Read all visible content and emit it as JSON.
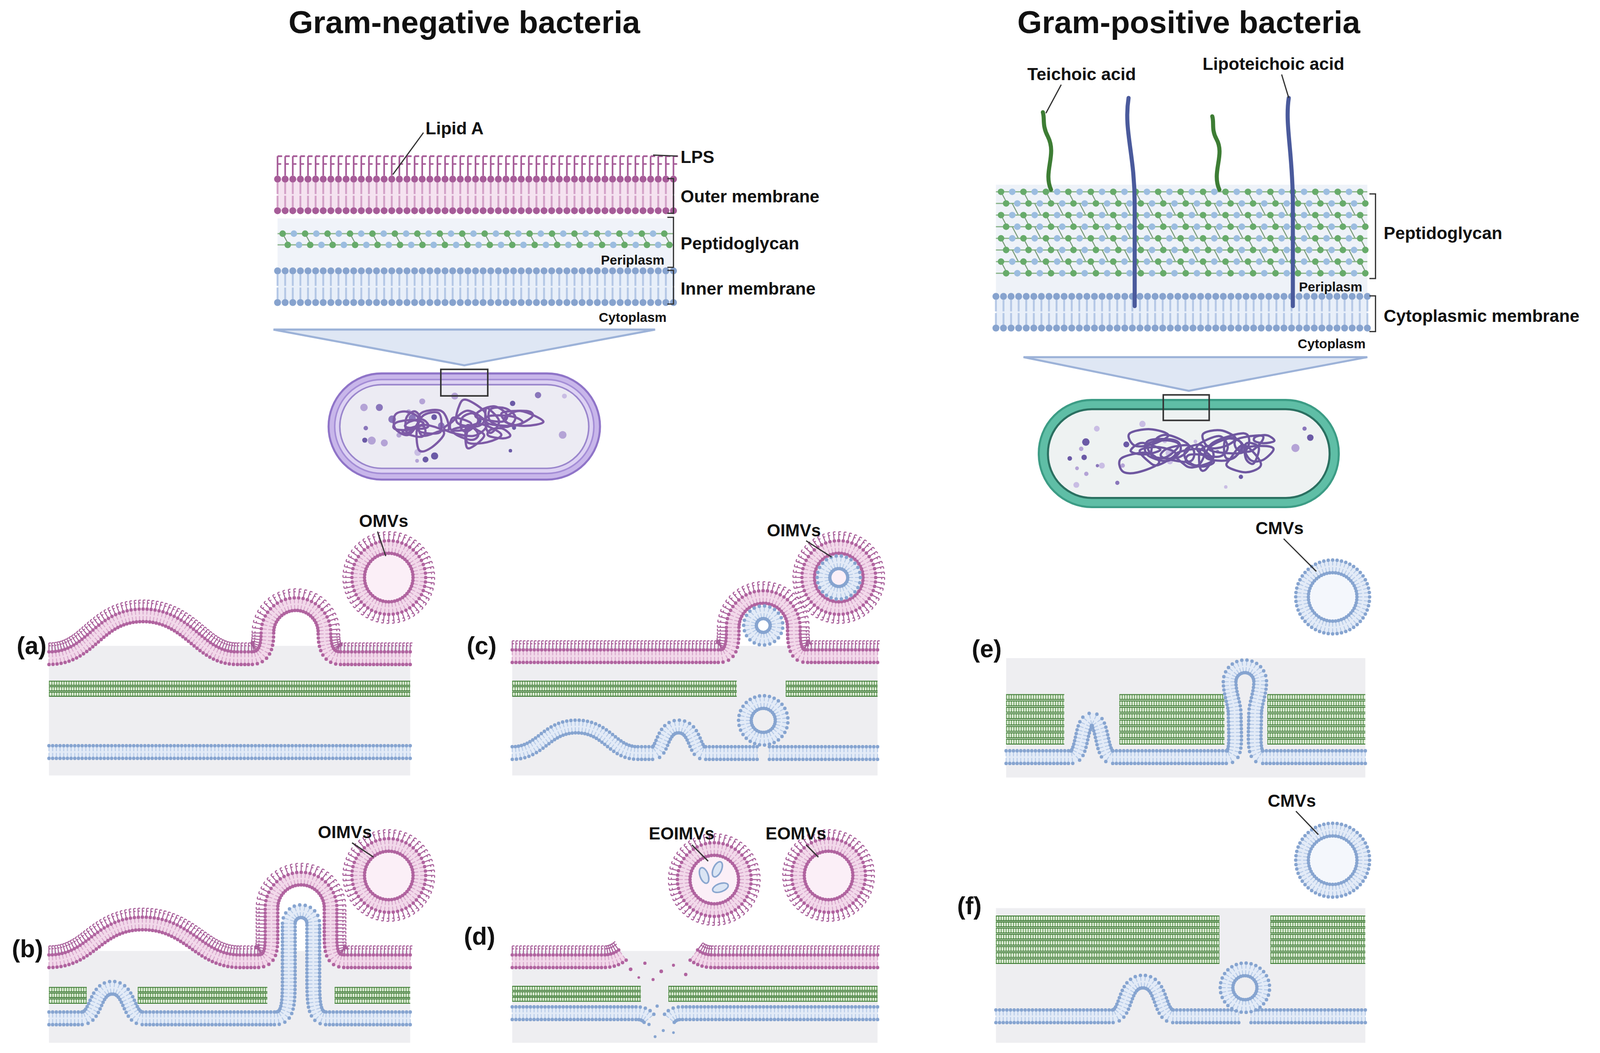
{
  "diagram": {
    "labels": [
      "Gram-negative bacteria",
      "Gram-positive bacteria",
      "Lipid A",
      "LPS",
      "Outer membrane",
      "Peptidoglycan",
      "Periplasm",
      "Inner membrane",
      "Cytoplasm",
      "Teichoic acid",
      "Lipoteichoic acid",
      "Peptidoglycan",
      "Periplasm",
      "Cytoplasmic membrane",
      "Cytoplasm",
      "OMVs",
      "OIMVs",
      "CMVs",
      "(a)",
      "(c)",
      "(e)",
      "OIMVs",
      "EOIMVs",
      "EOMVs",
      "CMVs",
      "(b)",
      "(d)",
      "(f)"
    ]
  }
}
